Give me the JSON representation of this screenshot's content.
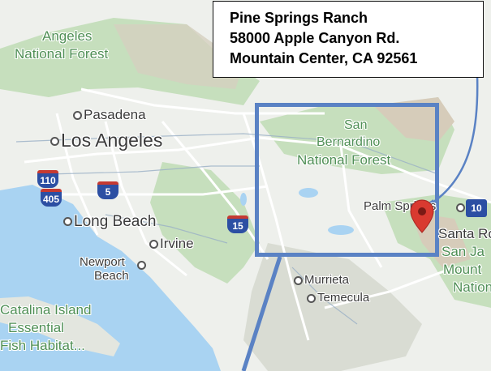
{
  "callout": {
    "name": "Pine Springs Ranch",
    "street": "58000 Apple Canyon Rd.",
    "city": "Mountain Center, CA 92561"
  },
  "labels": {
    "angeles_nf_1": "Angeles",
    "angeles_nf_2": "National Forest",
    "pasadena": "Pasadena",
    "los_angeles": "Los Angeles",
    "long_beach": "Long Beach",
    "irvine": "Irvine",
    "newport_1": "Newport",
    "newport_2": "Beach",
    "san_bern_1": "San",
    "san_bern_2": "Bernardino",
    "san_bern_3": "National Forest",
    "palm_springs": "Palm Springs",
    "santa_ro": "Santa Ro",
    "san_ja": "San Ja",
    "mount": "Mount",
    "nation": "Nation",
    "murrieta": "Murrieta",
    "temecula": "Temecula",
    "catalina_1": "Catalina Island",
    "catalina_2": "Essential",
    "catalina_3": "Fish Habitat..."
  },
  "shields": {
    "i110": "110",
    "i405": "405",
    "i5": "5",
    "i15": "15",
    "r10": "10"
  },
  "colors": {
    "ocean": "#a9d3f2",
    "land": "#eef0ec",
    "forest": "#bfdcb4",
    "mountain": "#d9d3c4",
    "road": "#ffffff",
    "outline": "#5a82c4",
    "pin": "#d93a30"
  },
  "icons": {
    "pin": "map-pin-icon",
    "city": "city-dot-icon"
  }
}
